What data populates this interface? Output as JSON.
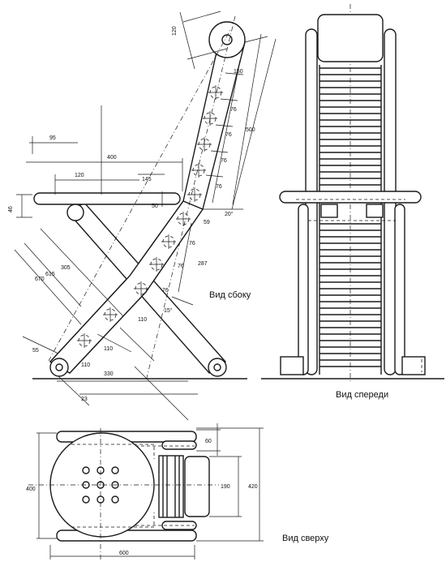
{
  "captions": {
    "side_view": "Вид сбоку",
    "front_view": "Вид спереди",
    "top_view": "Вид сверху"
  },
  "side_dimensions": {
    "d120_top": "120",
    "d150": "150",
    "d500": "500",
    "d76_a": "76",
    "d76_b": "76",
    "d76_c": "76",
    "d76_d": "76",
    "d95": "95",
    "d400": "400",
    "d120": "120",
    "d145": "145",
    "d46": "46",
    "d50": "50",
    "d20deg": "20°",
    "d59": "59",
    "d76_e": "76",
    "d76_f": "76",
    "d76_g": "76",
    "d287": "287",
    "d615": "615",
    "d305": "305",
    "d670": "670",
    "d15deg": "15°",
    "d110_a": "110",
    "d110_b": "110",
    "d110_c": "110",
    "d55": "55",
    "d330": "330",
    "d23": "23"
  },
  "top_dimensions": {
    "d60": "60",
    "d400": "400",
    "d190": "190",
    "d420": "420",
    "d600": "600"
  }
}
